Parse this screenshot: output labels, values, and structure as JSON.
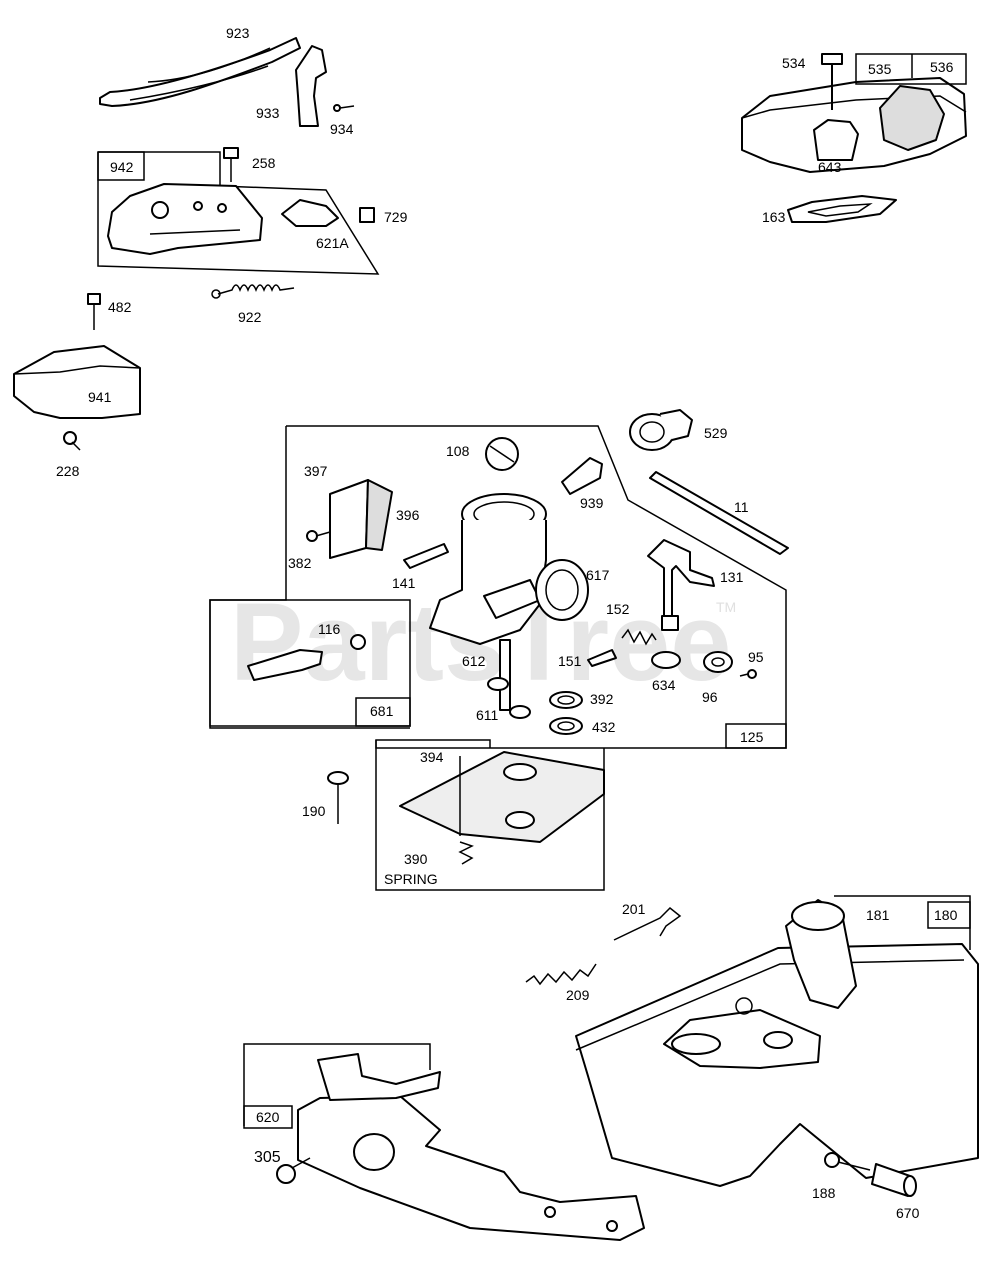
{
  "watermark": {
    "brand": "PartsTree",
    "tm": "TM"
  },
  "labels": {
    "p923": "923",
    "p933": "933",
    "p934": "934",
    "p258": "258",
    "p942": "942",
    "p729": "729",
    "p621A": "621A",
    "p922": "922",
    "p482": "482",
    "p941": "941",
    "p228": "228",
    "p534": "534",
    "p535": "535",
    "p536": "536",
    "p643": "643",
    "p163": "163",
    "p529": "529",
    "p108": "108",
    "p939": "939",
    "p397": "397",
    "p396": "396",
    "p382": "382",
    "p141": "141",
    "p617": "617",
    "p11": "11",
    "p131": "131",
    "p152": "152",
    "p116": "116",
    "p612": "612",
    "p151": "151",
    "p95": "95",
    "p634": "634",
    "p96": "96",
    "p681": "681",
    "p611": "611",
    "p392": "392",
    "p432": "432",
    "p125": "125",
    "p394": "394",
    "p190": "190",
    "p390": "390",
    "spring": "SPRING",
    "p201": "201",
    "p181": "181",
    "p180": "180",
    "p209": "209",
    "p620": "620",
    "p305": "305",
    "p188": "188",
    "p670": "670"
  }
}
